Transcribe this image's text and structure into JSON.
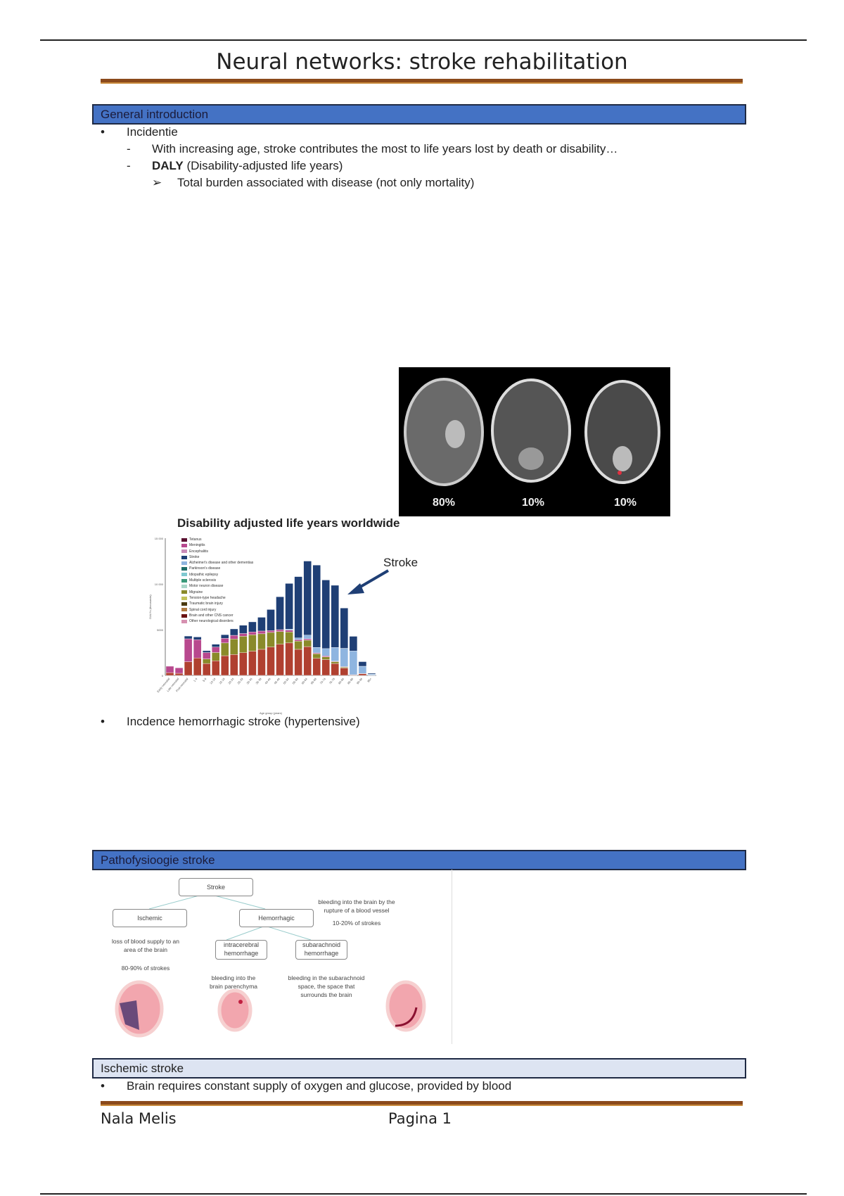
{
  "title": "Neural networks: stroke rehabilitation",
  "sections": {
    "general": "General introduction",
    "patho": "Pathofysioogie stroke",
    "ischemic": "Ischemic stroke"
  },
  "general": {
    "b1": "Incidentie",
    "d1": "With increasing age, stroke  contributes the most to life  years lost by death or  disability…",
    "d2_bold": "DALY",
    "d2": " (Disability-adjusted  life years)",
    "a1": "Total burden associated  with disease (not only  mortality)",
    "b2": "Incdence hemorrhagic stroke (hypertensive)"
  },
  "ct_labels": [
    "80%",
    "10%",
    "10%"
  ],
  "ischemic": {
    "b1": "Brain requires constant supply of oxygen and glucose, provided by blood"
  },
  "footer": {
    "author": "Nala Melis",
    "page": "Pagina 1"
  },
  "diagram": {
    "stroke": "Stroke",
    "ischemic": "Ischemic",
    "hemorrhagic": "Hemorrhagic",
    "intracerebral": "intracerebral hemorrhage",
    "subarachnoid": "subarachnoid hemorrhage",
    "isch_desc": "loss of blood supply to an area of the brain",
    "isch_pct": "80-90% of strokes",
    "hem_desc": "bleeding into the brain by the rupture of a blood vessel",
    "hem_pct": "10-20% of strokes",
    "ich_desc": "bleeding into the brain parenchyma",
    "sah_desc": "bleeding in the subarachnoid space, the space that surrounds the brain"
  },
  "chart_data": {
    "type": "bar",
    "stacked": true,
    "title": "Disability adjusted life years worldwide",
    "xlabel": "Age group (years)",
    "ylabel": "DALYs (thousands)",
    "ylim": [
      0,
      15000
    ],
    "yticks": [
      "0",
      "5000",
      "10 000",
      "15 000"
    ],
    "annotation": "Stroke",
    "categories": [
      "Early neonatal",
      "Late neonatal",
      "Post neonatal",
      "1-4",
      "5-9",
      "10-14",
      "15-19",
      "20-24",
      "25-29",
      "30-34",
      "35-39",
      "40-44",
      "45-49",
      "50-54",
      "55-59",
      "60-64",
      "65-69",
      "70-74",
      "75-79",
      "80-84",
      "85-89",
      "90-94",
      "95+"
    ],
    "legend": [
      "Tetanus",
      "Meningitis",
      "Encephalitis",
      "Stroke",
      "Alzheimer's disease and other dementias",
      "Parkinson's disease",
      "Idiopathic epilepsy",
      "Multiple sclerosis",
      "Motor neuron disease",
      "Migraine",
      "Tension-type headache",
      "Traumatic brain injury",
      "Spinal cord injury",
      "Brain and other CNS cancer",
      "Other neurological disorders"
    ],
    "legend_colors": [
      "#5a1030",
      "#b8488e",
      "#c98bb8",
      "#1f3f75",
      "#8fb5e0",
      "#1f6e6a",
      "#7fc9d0",
      "#3a9a7a",
      "#a9d6c8",
      "#8a8a2a",
      "#c2c25a",
      "#4a3a10",
      "#b07a40",
      "#6a1010",
      "#d690b0"
    ],
    "series": [
      {
        "name": "Other",
        "color": "#b04030",
        "values": [
          300,
          230,
          1500,
          1900,
          1300,
          1600,
          2150,
          2280,
          2480,
          2650,
          2850,
          3100,
          3400,
          3550,
          2850,
          3150,
          1860,
          1730,
          1300,
          810,
          50,
          190,
          30
        ]
      },
      {
        "name": "Migraine",
        "color": "#8a8a2a",
        "values": [
          0,
          0,
          0,
          0,
          500,
          900,
          1400,
          1700,
          1800,
          1800,
          1700,
          1600,
          1400,
          1200,
          900,
          700,
          500,
          300,
          200,
          100,
          0,
          0,
          0
        ]
      },
      {
        "name": "Meningitis",
        "color": "#b8488e",
        "values": [
          700,
          600,
          2500,
          2000,
          700,
          600,
          500,
          400,
          300,
          300,
          300,
          200,
          200,
          200,
          150,
          150,
          100,
          100,
          50,
          50,
          20,
          10,
          0
        ]
      },
      {
        "name": "Alzheimer's disease and other dementias",
        "color": "#8fb5e0",
        "values": [
          0,
          0,
          0,
          0,
          0,
          0,
          0,
          0,
          0,
          0,
          0,
          0,
          0,
          100,
          200,
          400,
          600,
          800,
          1500,
          2000,
          2600,
          800,
          100
        ]
      },
      {
        "name": "Stroke",
        "color": "#1f3f75",
        "values": [
          0,
          0,
          300,
          300,
          200,
          300,
          400,
          700,
          900,
          1100,
          1500,
          2300,
          3600,
          5000,
          6700,
          8100,
          9000,
          7500,
          6800,
          4400,
          1600,
          500,
          100
        ]
      }
    ]
  }
}
